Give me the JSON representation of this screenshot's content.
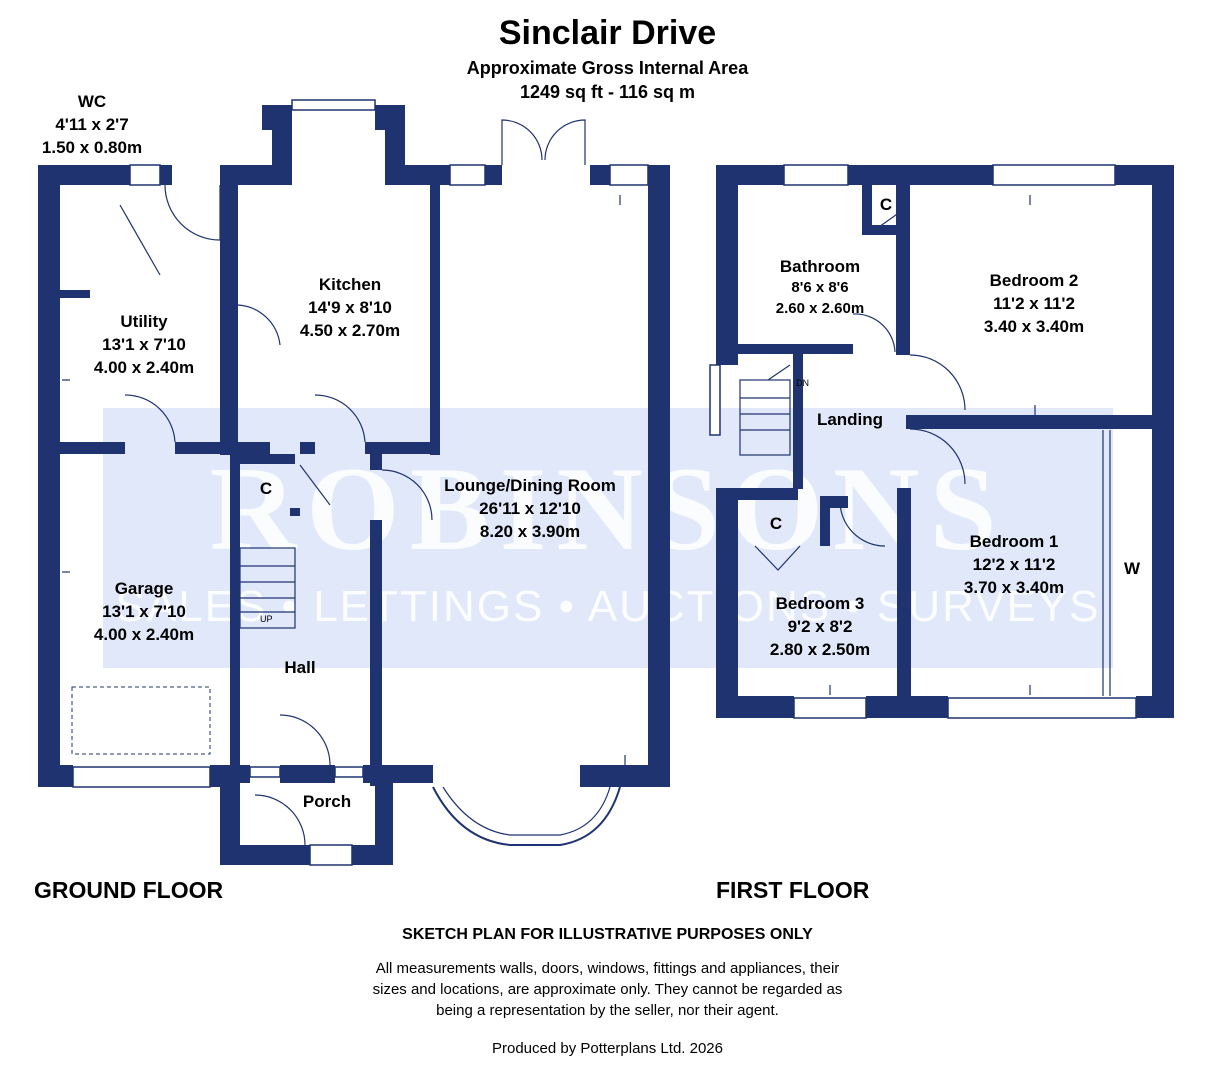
{
  "header": {
    "title": "Sinclair Drive",
    "area_label": "Approximate Gross Internal Area",
    "area_value": "1249 sq ft - 116 sq m"
  },
  "watermark": {
    "brand": "ROBINSONS",
    "services": "SALES • LETTINGS • AUCTIONS • SURVEYS"
  },
  "ground_floor": {
    "label": "GROUND FLOOR",
    "rooms": [
      {
        "name": "WC",
        "imperial": "4'11 x 2'7",
        "metric": "1.50 x 0.80m"
      },
      {
        "name": "Utility",
        "imperial": "13'1 x 7'10",
        "metric": "4.00 x 2.40m"
      },
      {
        "name": "Kitchen",
        "imperial": "14'9 x 8'10",
        "metric": "4.50 x 2.70m"
      },
      {
        "name": "Lounge/Dining Room",
        "imperial": "26'11 x 12'10",
        "metric": "8.20 x 3.90m"
      },
      {
        "name": "Garage",
        "imperial": "13'1 x 7'10",
        "metric": "4.00 x 2.40m"
      },
      {
        "name": "Hall"
      },
      {
        "name": "Porch"
      },
      {
        "name": "C"
      }
    ],
    "stairs_label": "UP"
  },
  "first_floor": {
    "label": "FIRST FLOOR",
    "rooms": [
      {
        "name": "Bathroom",
        "imperial": "8'6 x 8'6",
        "metric": "2.60 x 2.60m"
      },
      {
        "name": "Bedroom 2",
        "imperial": "11'2 x 11'2",
        "metric": "3.40 x 3.40m"
      },
      {
        "name": "Landing"
      },
      {
        "name": "Bedroom 1",
        "imperial": "12'2 x 11'2",
        "metric": "3.70 x 3.40m"
      },
      {
        "name": "Bedroom 3",
        "imperial": "9'2 x 8'2",
        "metric": "2.80 x 2.50m"
      },
      {
        "name": "C"
      },
      {
        "name": "C"
      },
      {
        "name": "W"
      }
    ],
    "stairs_label": "DN"
  },
  "footer": {
    "heading": "SKETCH PLAN FOR ILLUSTRATIVE PURPOSES ONLY",
    "disclaimer_1": "All measurements walls, doors, windows, fittings and appliances, their",
    "disclaimer_2": "sizes and locations, are approximate only. They cannot be regarded as",
    "disclaimer_3": "being a representation by the seller, nor their agent.",
    "credit": "Produced by Potterplans Ltd. 2026"
  },
  "colors": {
    "wall": "#1f3370",
    "watermark_box": "#b4c8f0"
  }
}
